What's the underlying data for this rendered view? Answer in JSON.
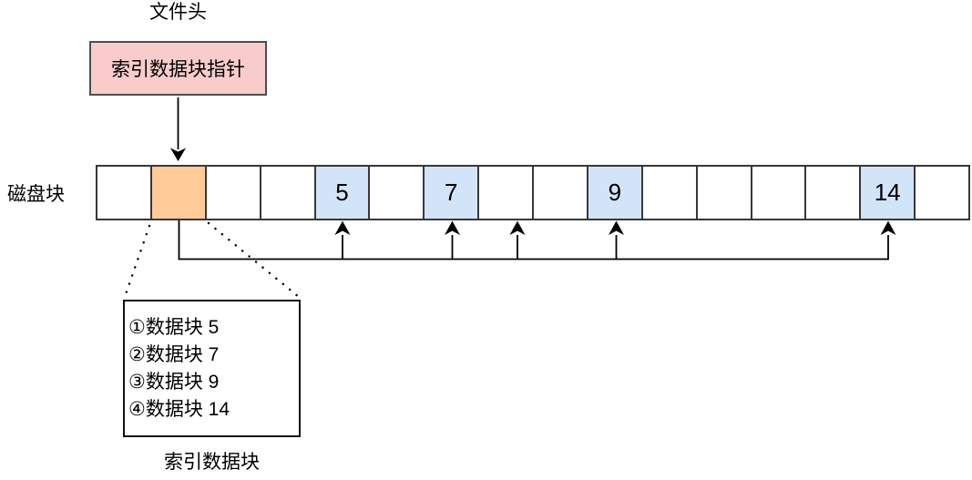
{
  "colors": {
    "background": "#ffffff",
    "block_stroke": "#383838",
    "index_block_fill": "#ffcc99",
    "data_block_fill": "#d2e4f8",
    "pointer_box_fill": "#f9cccc",
    "pointer_box_stroke": "#4d4d4d",
    "line_color": "#000000"
  },
  "file_header": {
    "label": "文件头"
  },
  "pointer_box": {
    "label": "索引数据块指针"
  },
  "disk_row": {
    "label": "磁盘块",
    "cells": [
      {
        "label": "",
        "type": "empty"
      },
      {
        "label": "",
        "type": "index"
      },
      {
        "label": "",
        "type": "empty"
      },
      {
        "label": "",
        "type": "empty"
      },
      {
        "label": "5",
        "type": "data"
      },
      {
        "label": "",
        "type": "empty"
      },
      {
        "label": "7",
        "type": "data"
      },
      {
        "label": "",
        "type": "empty"
      },
      {
        "label": "",
        "type": "empty"
      },
      {
        "label": "9",
        "type": "data"
      },
      {
        "label": "",
        "type": "empty"
      },
      {
        "label": "",
        "type": "empty"
      },
      {
        "label": "",
        "type": "empty"
      },
      {
        "label": "",
        "type": "empty"
      },
      {
        "label": "14",
        "type": "data"
      },
      {
        "label": "",
        "type": "empty"
      }
    ]
  },
  "index_block": {
    "entries": [
      "①数据块 5",
      "②数据块 7",
      "③数据块 9",
      "④数据块 14"
    ],
    "label": "索引数据块"
  }
}
